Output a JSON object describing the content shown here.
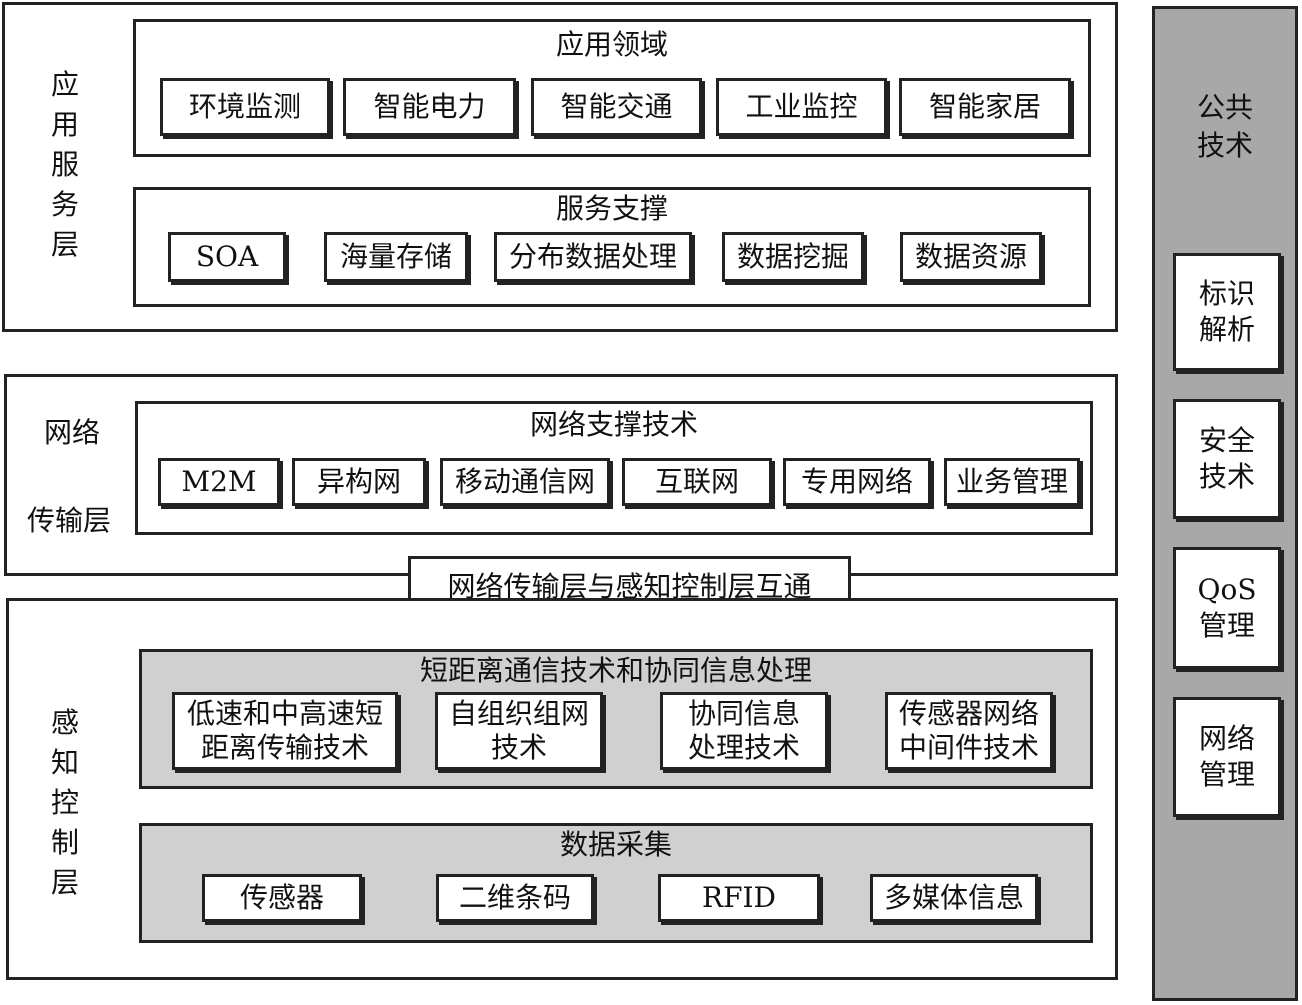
{
  "app_layer": {
    "label": "应\n用\n服\n务\n层",
    "domain": {
      "title": "应用领域",
      "items": [
        "环境监测",
        "智能电力",
        "智能交通",
        "工业监控",
        "智能家居"
      ]
    },
    "support": {
      "title": "服务支撑",
      "items": [
        "SOA",
        "海量存储",
        "分布数据处理",
        "数据挖掘",
        "数据资源"
      ]
    }
  },
  "net_layer": {
    "label_line1": "网络",
    "label_line2": "传输层",
    "support": {
      "title": "网络支撑技术",
      "items": [
        "M2M",
        "异构网",
        "移动通信网",
        "互联网",
        "专用网络",
        "业务管理"
      ]
    }
  },
  "interconnect": "网络传输层与感知控制层互通",
  "sense_layer": {
    "label": "感\n知\n控\n制\n层",
    "short_range": {
      "title": "短距离通信技术和协同信息处理",
      "items": [
        "低速和中高速短\n距离传输技术",
        "自组织组网\n技术",
        "协同信息\n处理技术",
        "传感器网络\n中间件技术"
      ]
    },
    "collection": {
      "title": "数据采集",
      "items": [
        "传感器",
        "二维条码",
        "RFID",
        "多媒体信息"
      ]
    }
  },
  "common_tech": {
    "title": "公共\n技术",
    "items": [
      "标识\n解析",
      "安全\n技术",
      "QoS\n管理",
      "网络\n管理"
    ]
  }
}
